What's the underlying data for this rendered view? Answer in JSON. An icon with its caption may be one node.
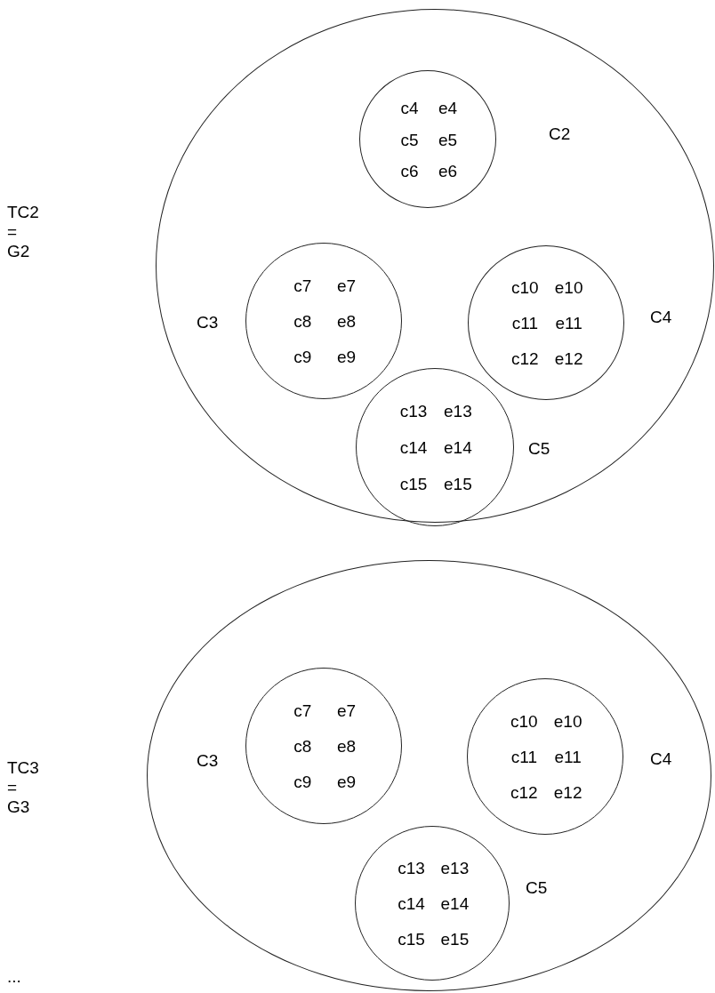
{
  "diagram": {
    "nodes": [
      {
        "text": [],
        "shape": "circle"
      },
      {
        "text": [
          "C2",
          "c4",
          "e4",
          "c5",
          "e5",
          "c6",
          "e6"
        ],
        "in": 0
      },
      {
        "text": [
          "C3",
          "c7",
          "e7",
          "c8",
          "e8",
          "c9",
          "e9"
        ],
        "in": 0
      },
      {
        "text": [
          "C4",
          "c10",
          "e10",
          "c11",
          "e11",
          "c12",
          "e12"
        ],
        "in": 0
      },
      {
        "text": [
          "C5",
          "c13",
          "e13",
          "c14",
          "e14",
          "c15",
          "e15"
        ],
        "in": 0
      },
      {
        "text": [],
        "shape": "circle"
      },
      {
        "text": [
          "C3",
          "c7",
          "e7",
          "c8",
          "e8",
          "c9",
          "e9"
        ],
        "in": 5
      },
      {
        "text": [
          "C4",
          "c10",
          "e10",
          "c11",
          "e11",
          "c12",
          "e12"
        ],
        "in": 5
      },
      {
        "text": [
          "C5",
          "c13",
          "e13",
          "c14",
          "e14",
          "c15",
          "e15"
        ],
        "in": 5
      }
    ],
    "edges": [],
    "labels": [
      "TC2 = G2",
      "TC3 = G3",
      "..."
    ]
  }
}
